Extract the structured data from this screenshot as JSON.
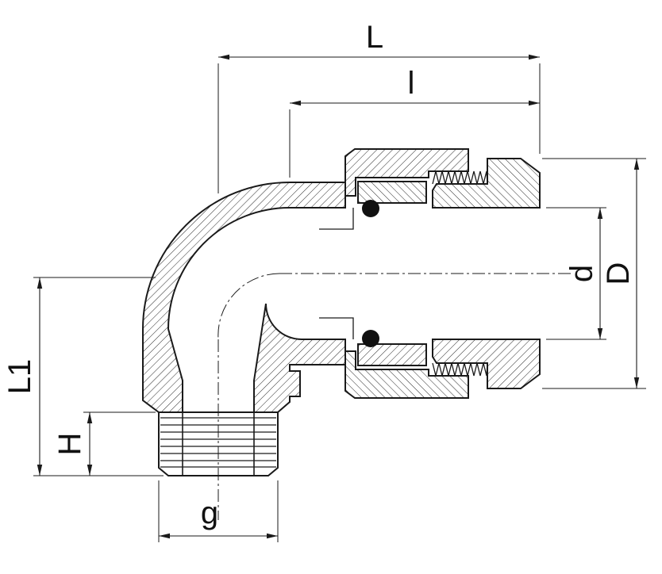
{
  "drawing": {
    "figure_type": "technical-drawing",
    "subject": "90-degree elbow compression fitting, cross-section with dimensions",
    "line_color": "#1a1a1a",
    "background": "#ffffff",
    "dimension_labels": {
      "L": "L",
      "l": "l",
      "D": "D",
      "d": "d",
      "L1": "L1",
      "H": "H",
      "g": "g"
    }
  }
}
